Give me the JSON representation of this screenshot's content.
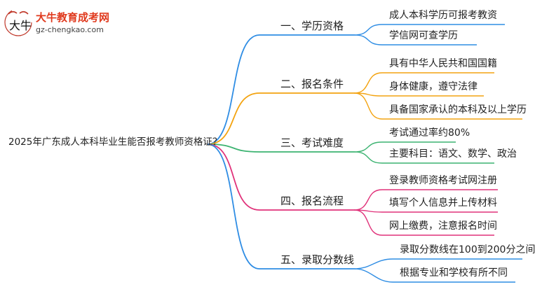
{
  "logo": {
    "mark": "大牛",
    "name": "大牛教育成考网",
    "url": "gz-chengkao.com"
  },
  "mindmap": {
    "root": "2025年广东成人本科毕业生能否报考教师资格证？",
    "branches": [
      {
        "label": "一、学历资格",
        "color": "#2f8de4",
        "leaves": [
          "成人本科学历可报考教资",
          "学信网可查学历"
        ]
      },
      {
        "label": "二、报名条件",
        "color": "#f3a310",
        "leaves": [
          "具有中华人民共和国国籍",
          "身体健康，遵守法律",
          "具备国家承认的本科及以上学历"
        ]
      },
      {
        "label": "三、考试难度",
        "color": "#3cb371",
        "leaves": [
          "考试通过率约80%",
          "主要科目：语文、数学、政治"
        ]
      },
      {
        "label": "四、报名流程",
        "color": "#e0327a",
        "leaves": [
          "登录教师资格考试网注册",
          "填写个人信息并上传材料",
          "网上缴费，注意报名时间"
        ]
      },
      {
        "label": "五、录取分数线",
        "color": "#2f8de4",
        "leaves": [
          "录取分数线在100到200分之间",
          "根据专业和学校有所不同"
        ]
      }
    ]
  }
}
